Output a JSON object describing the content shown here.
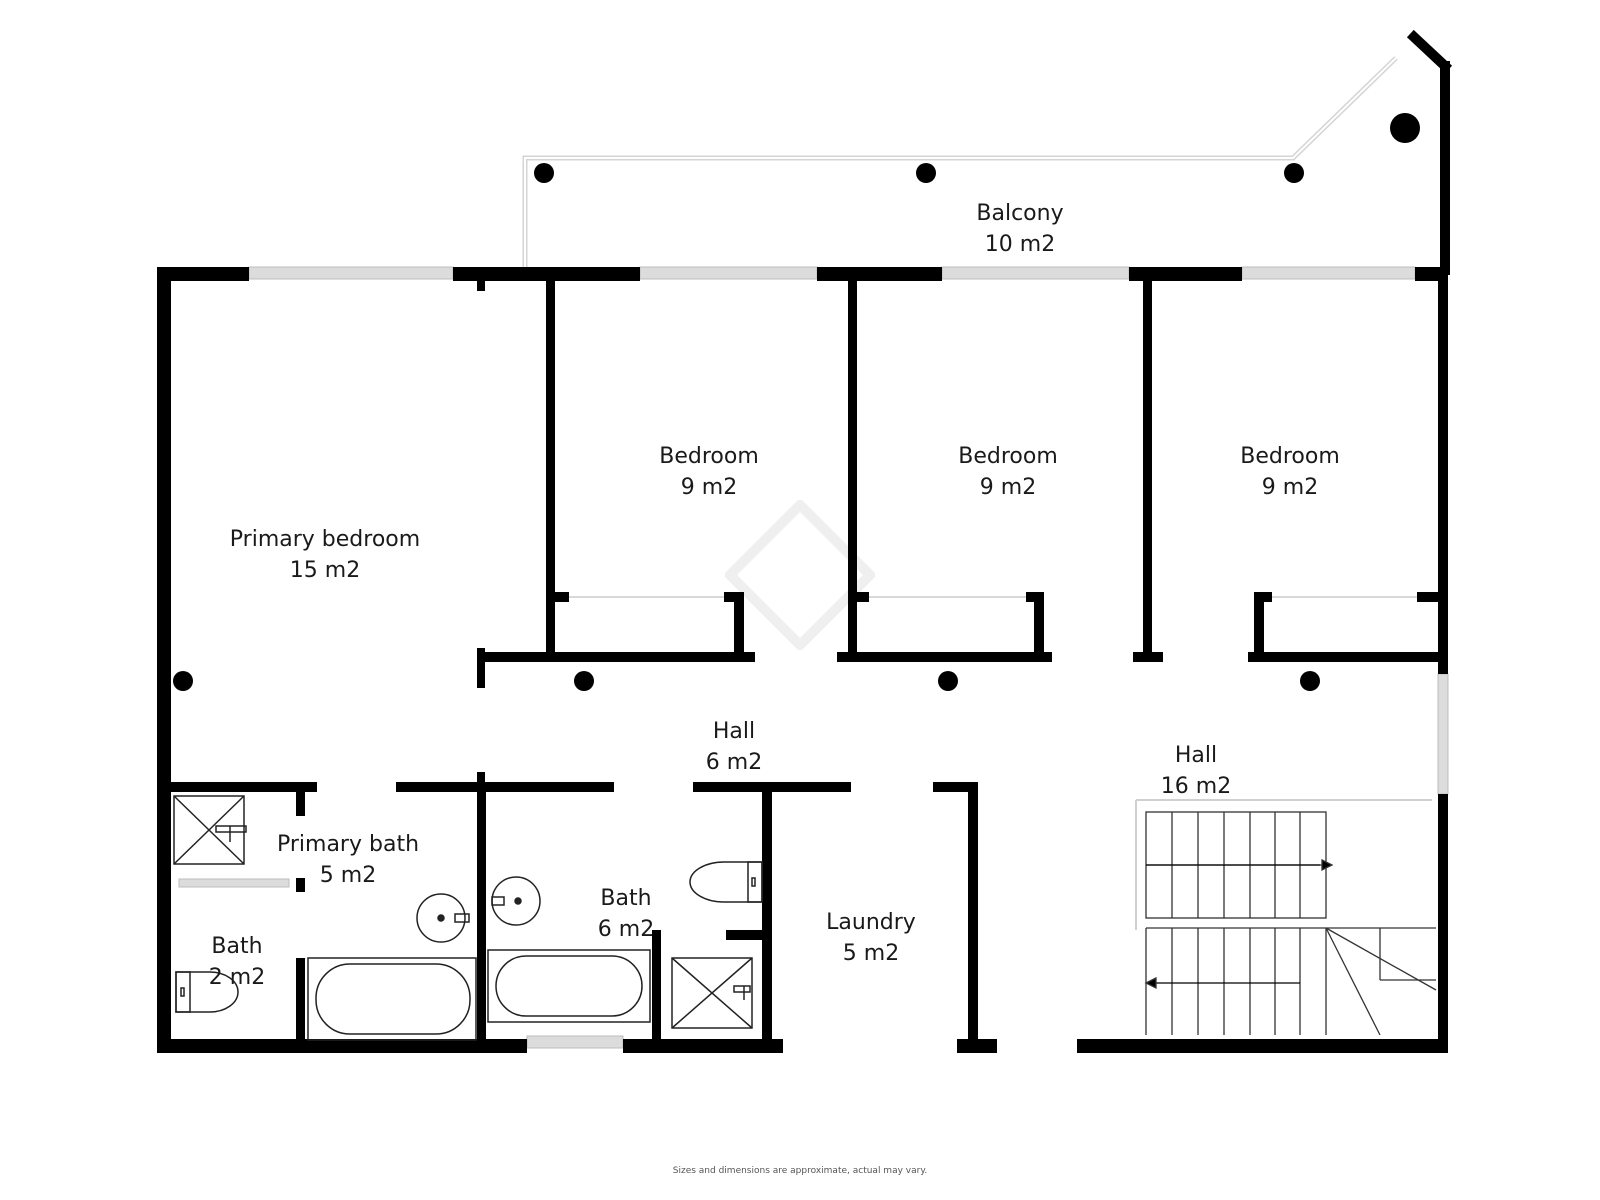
{
  "rooms": {
    "balcony": {
      "name": "Balcony",
      "area": "10 m2"
    },
    "primary_bedroom": {
      "name": "Primary bedroom",
      "area": "15 m2"
    },
    "bedroom_1": {
      "name": "Bedroom",
      "area": "9 m2"
    },
    "bedroom_2": {
      "name": "Bedroom",
      "area": "9 m2"
    },
    "bedroom_3": {
      "name": "Bedroom",
      "area": "9 m2"
    },
    "hall_small": {
      "name": "Hall",
      "area": "6 m2"
    },
    "hall_large": {
      "name": "Hall",
      "area": "16 m2"
    },
    "primary_bath": {
      "name": "Primary bath",
      "area": "5 m2"
    },
    "bath_small": {
      "name": "Bath",
      "area": "2 m2"
    },
    "bath": {
      "name": "Bath",
      "area": "6 m2"
    },
    "laundry": {
      "name": "Laundry",
      "area": "5 m2"
    }
  },
  "footer": {
    "disclaimer": "Sizes and dimensions are approximate, actual may vary."
  },
  "colors": {
    "wall": "#000000",
    "window": "#d9d9d9",
    "fixture": "#222222",
    "background": "#ffffff"
  }
}
